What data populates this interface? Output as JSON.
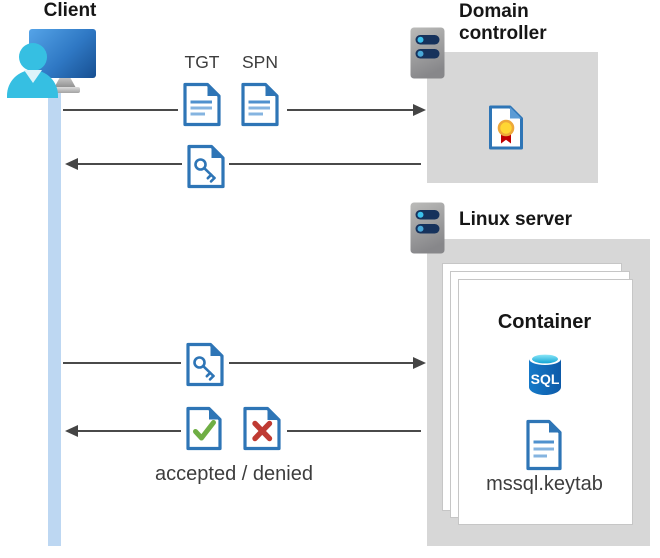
{
  "nodes": {
    "client": {
      "label": "Client"
    },
    "domain_controller": {
      "label": "Domain controller"
    },
    "linux_server": {
      "label": "Linux server"
    },
    "container": {
      "title": "Container",
      "sql_badge": "SQL",
      "keytab_file": "mssql.keytab"
    }
  },
  "flow_labels": {
    "tgt": "TGT",
    "spn": "SPN",
    "result": "accepted / denied"
  },
  "flows": [
    {
      "from": "Client",
      "to": "Domain controller",
      "direction": "right",
      "carries": [
        "TGT",
        "SPN"
      ]
    },
    {
      "from": "Domain controller",
      "to": "Client",
      "direction": "left",
      "carries": [
        "key-document"
      ]
    },
    {
      "from": "Client",
      "to": "Linux server",
      "direction": "right",
      "carries": [
        "key-document"
      ]
    },
    {
      "from": "Linux server",
      "to": "Client",
      "direction": "left",
      "carries": [
        "check-document",
        "x-document"
      ]
    }
  ],
  "colors": {
    "doc_border_blue": "#2e75b6",
    "doc_line_blue": "#85b4e0",
    "lifeline_blue": "#bdd7f2",
    "arrow_gray": "#4a4a4a",
    "zone_gray": "#d7d7d7",
    "person_cyan": "#36bfe2",
    "monitor_blue": "#2f78c4",
    "check_green": "#6fae44",
    "cross_red": "#bf3a32",
    "sql_body_blue": "#1268b8",
    "sql_top_cyan": "#35c4ec",
    "cert_yellow": "#ffd633",
    "cert_ring_orange": "#eda83a",
    "cert_ribbon_red": "#c00000",
    "server_pill_navy": "#16325c",
    "server_dot_cyan": "#3cc1ec"
  }
}
